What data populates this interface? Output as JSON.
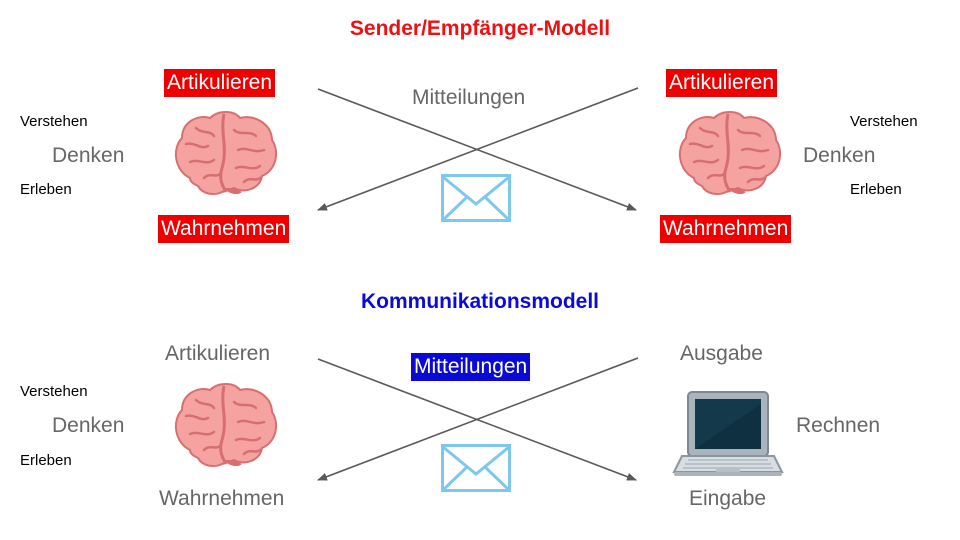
{
  "colors": {
    "title_red": "#ee1111",
    "title_blue": "#0b0bd9",
    "highlight_red": "#ee0000",
    "highlight_blue": "#0a0ad4",
    "gray_text": "#666666",
    "arrow": "#595959",
    "envelope": "#7ec8ec"
  },
  "top": {
    "title": "Sender/Empfänger-Modell",
    "left": {
      "articulate": "Artikulieren",
      "perceive": "Wahrnehmen",
      "understand": "Verstehen",
      "think": "Denken",
      "experience": "Erleben"
    },
    "right": {
      "articulate": "Artikulieren",
      "perceive": "Wahrnehmen",
      "understand": "Verstehen",
      "think": "Denken",
      "experience": "Erleben"
    },
    "messages": "Mitteilungen"
  },
  "bottom": {
    "title": "Kommunikationsmodell",
    "left": {
      "articulate": "Artikulieren",
      "perceive": "Wahrnehmen",
      "understand": "Verstehen",
      "think": "Denken",
      "experience": "Erleben"
    },
    "right": {
      "output": "Ausgabe",
      "compute": "Rechnen",
      "input": "Eingabe"
    },
    "messages": "Mitteilungen"
  },
  "icons": [
    "brain-icon",
    "envelope-icon",
    "laptop-icon"
  ]
}
